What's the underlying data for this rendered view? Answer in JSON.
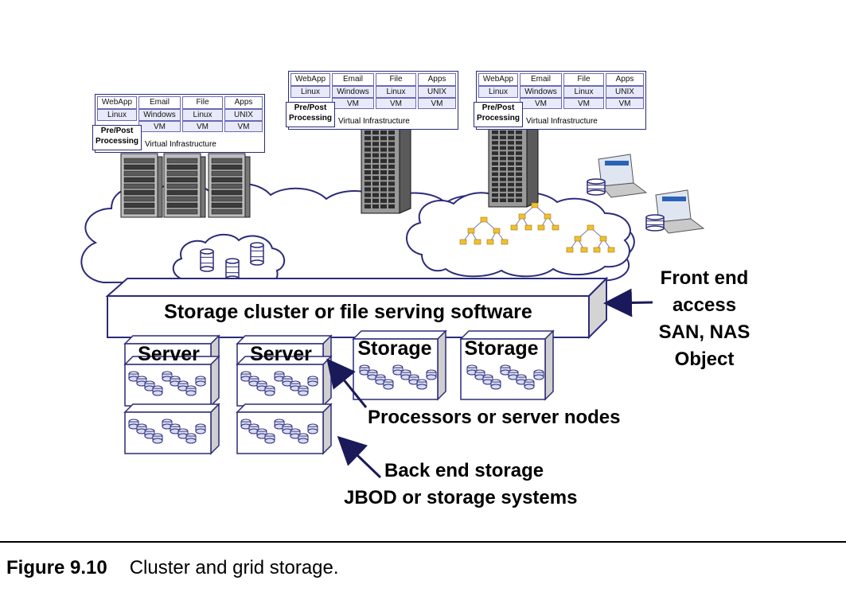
{
  "vm_stacks": [
    {
      "apps": [
        "WebApp",
        "Email",
        "File",
        "Apps"
      ],
      "os": [
        "Linux",
        "Windows",
        "Linux",
        "UNIX"
      ],
      "vm": [
        "VM",
        "VM",
        "VM"
      ],
      "prepost": [
        "Pre/Post",
        "Processing"
      ],
      "virtual": "Virtual Infrastructure"
    },
    {
      "apps": [
        "WebApp",
        "Email",
        "File",
        "Apps"
      ],
      "os": [
        "Linux",
        "Windows",
        "Linux",
        "UNIX"
      ],
      "vm": [
        "VM",
        "VM",
        "VM"
      ],
      "prepost": [
        "Pre/Post",
        "Processing"
      ],
      "virtual": "Virtual Infrastructure"
    },
    {
      "apps": [
        "WebApp",
        "Email",
        "File",
        "Apps"
      ],
      "os": [
        "Linux",
        "Windows",
        "Linux",
        "UNIX"
      ],
      "vm": [
        "VM",
        "VM",
        "VM"
      ],
      "prepost": [
        "Pre/Post",
        "Processing"
      ],
      "virtual": "Virtual Infrastructure"
    }
  ],
  "storage_software": "Storage cluster or file serving software",
  "front_end": [
    "Front end",
    "access",
    "SAN, NAS",
    "Object"
  ],
  "nodes": {
    "server_label": "Server",
    "storage_label": "Storage"
  },
  "callouts": {
    "processors": "Processors or server nodes",
    "backend_1": "Back end storage",
    "backend_2": "JBOD or storage systems"
  },
  "caption": {
    "number": "Figure 9.10",
    "text": "Cluster and grid storage."
  },
  "colors": {
    "outline": "#2b2b7a",
    "cloud_fill": "#ffffff",
    "cell_fill": "#e9eaf9",
    "shadow": "#c8c8c8",
    "tree_fill": "#f0c030"
  }
}
